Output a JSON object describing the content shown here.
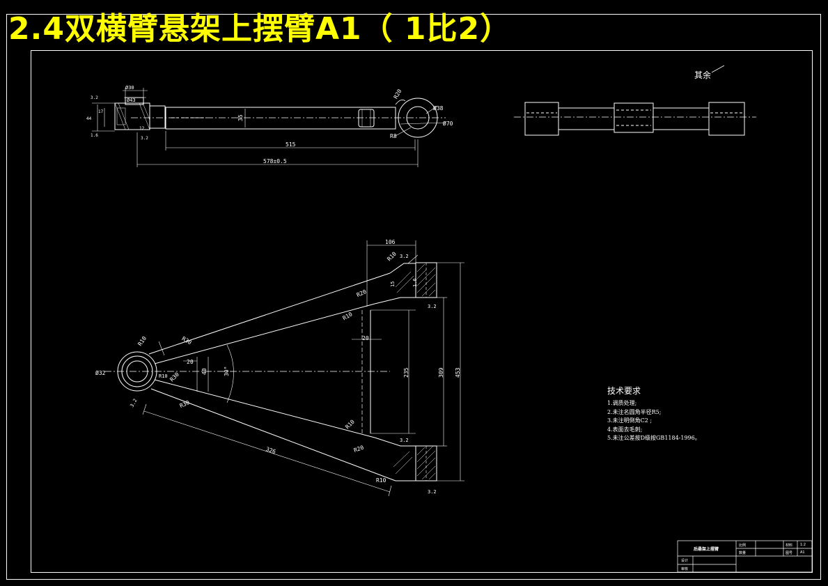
{
  "title": "2.4双横臂悬架上摆臂A1（ 1比2）",
  "colors": {
    "background": "#000000",
    "title": "#ffff00",
    "line": "#ffffff"
  },
  "roughness_note": "其余",
  "tech": {
    "heading": "技术要求",
    "items": [
      "1.调质处理;",
      "2.未注名圆角半径R5;",
      "3.未注明倒角C2 ;",
      "4.表面去毛刺;",
      "5.未注公差按D级按GB1184-1996。"
    ]
  },
  "dims_top": {
    "overall": "578±0.5",
    "length": "515",
    "dia_shaft": "35",
    "r_end": "R20",
    "dia_hole": "Ø38",
    "dia_outer": "Ø70",
    "r_small": "R8",
    "left_1": "Ø30",
    "left_2": "Ø43",
    "left_3": "3.2",
    "left_4": "17",
    "left_5": "44",
    "left_6": "1.6",
    "left_7": "3.2",
    "left_8": "12"
  },
  "dims_main": {
    "top_width": "106",
    "r10_a": "R10",
    "r5_a": "3.2",
    "r20_a": "R20",
    "r10_b": "R10",
    "r10_c": "R10",
    "r30_a": "R30",
    "angle": "30°",
    "w20": "20",
    "w20b": "20",
    "d40": "40",
    "d_hub": "Ø32",
    "r30_b": "R30",
    "r10_d": "R10",
    "r30_c": "R30",
    "h235": "235",
    "h309": "309",
    "h453": "453",
    "r10_e": "R10",
    "r20_b": "R20",
    "len326": "326",
    "r10_f": "R10",
    "rough_a": "3.2",
    "rough_b": "3.2",
    "rough_c": "3.2",
    "rough_d": "3.2",
    "chamfer_a": "1.6",
    "d15": "15"
  },
  "title_block": {
    "name": "后悬架上摆臂",
    "c1": "比例",
    "c2": "数量",
    "c3": "材料",
    "c4": "图号",
    "c5": "设计",
    "c6": "审核",
    "c7": "1:2",
    "c8": "A1"
  }
}
